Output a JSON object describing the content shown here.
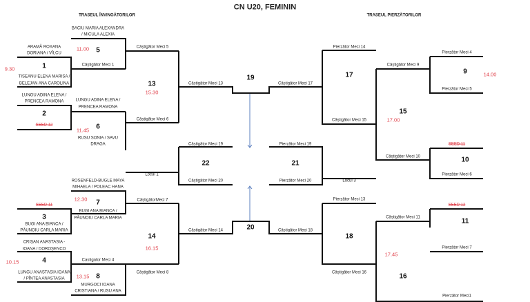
{
  "title": "CN U20, FEMININ",
  "winners_header": "TRASEUL ÎNVINGĂTORILOR",
  "losers_header": "TRASEUL PIERZĂTORILOR",
  "colors": {
    "time": "#e0404a",
    "arrow": "#5b7fbf",
    "line": "#111111"
  },
  "left": {
    "m5_top_1": "BACIU MARIA ALEXANDRA",
    "m5_top_2": "/ MICULA ALEXIA",
    "m1_top_1": "ARAMĂ ROXANA",
    "m1_top_2": "DORIANA / VÎLCU",
    "m5_time": "11.00",
    "m5": "5",
    "w5": "Câștigător Meci 5",
    "m1_time": "9.30",
    "m1": "1",
    "w1": "Câștigător Meci 1",
    "m1_bot_1": "TISEANU ELENA MARISA /",
    "m1_bot_2": "BELEJAN ANA CAROLINA",
    "m2_top_1": "LUNGU ADINA ELENA /",
    "m2_top_2": "PRENCEA RAMONA",
    "m6_top_1": "LUNGU ADINA ELENA /",
    "m6_top_2": "PRENCEA RAMONA",
    "m13": "13",
    "m13_time": "15.30",
    "w13": "Câștigător Meci 13",
    "m19": "19",
    "m2": "2",
    "m2_seed": "SEED 12",
    "m6_time": "11.45",
    "m6": "6",
    "w6": "Câștigător Meci 6",
    "m6_bot_1": "RUSU SONIA / SAVU",
    "m6_bot_2": "DRAGA",
    "w19": "Câștigător Meci 19",
    "m22": "22",
    "place1": "Locul 1",
    "w20": "Câștigător Meci 20",
    "m7_top_1": "ROSENFELD-BUGLE MAYA",
    "m7_top_2": "MIHAELA / POLEAC HANA",
    "m7_time": "12.30",
    "m7": "7",
    "w7": "CâștigătorMeci 7",
    "m3_seed": "SEED 11",
    "m3": "3",
    "m7_bot_1": "BUGI ANA BIANCA /",
    "m7_bot_2": "PĂUNOIU CARLA MARIA",
    "m3_bot_1": "BUGI ANA BIANCA /",
    "m3_bot_2": "PĂUNOIU CARLA MARIA",
    "m20": "20",
    "m14": "14",
    "m14_time": "16.15",
    "w14": "Câștigător Meci 14",
    "m4_top_1": "CRIȘAN ANASTASIA -",
    "m4_top_2": "IOANA / DOROȘENCO",
    "m4_time": "10.15",
    "m4": "4",
    "w4": "Castigator Meci 4",
    "w8": "Câștigător Meci 8",
    "m4_bot_1": "LUNGU ANASTASIA IOANA",
    "m4_bot_2": "/ PÎNTEA ANASTASIA",
    "m8_time": "13.15",
    "m8": "8",
    "m8_bot_1": "MURGOCI IOANA",
    "m8_bot_2": "CRISTIANA / RUSU ANA"
  },
  "right": {
    "l14": "Pierzător Meci 14",
    "l4": "Pierzător Meci 4",
    "w9": "Câștigător Meci 9",
    "m17": "17",
    "m9": "9",
    "m9_time": "14.00",
    "w17": "Câștigător Meci 17",
    "l5": "Pierzător Meci 5",
    "m15": "15",
    "m15_time": "17.00",
    "w15": "Câștigător Meci 15",
    "l19": "Pierzător Meci 19",
    "m10_seed": "SEED 11",
    "m21": "21",
    "m10": "10",
    "w10": "Câștigător Meci 10",
    "l20": "Pierzător Meci 20",
    "place3": "Locul 3",
    "l6": "Pierzător Meci 6",
    "l13": "Pierzător Meci 13",
    "m11_seed": "SEED 12",
    "w11": "Câștigător Meci 11",
    "m11": "11",
    "w18": "Câștigător Meci 18",
    "m18": "18",
    "l7": "Pierzător Meci 7",
    "m16_time": "17.45",
    "w16": "Câștigător Meci 16",
    "m16": "16",
    "l1": "Pierzător Meci1"
  }
}
